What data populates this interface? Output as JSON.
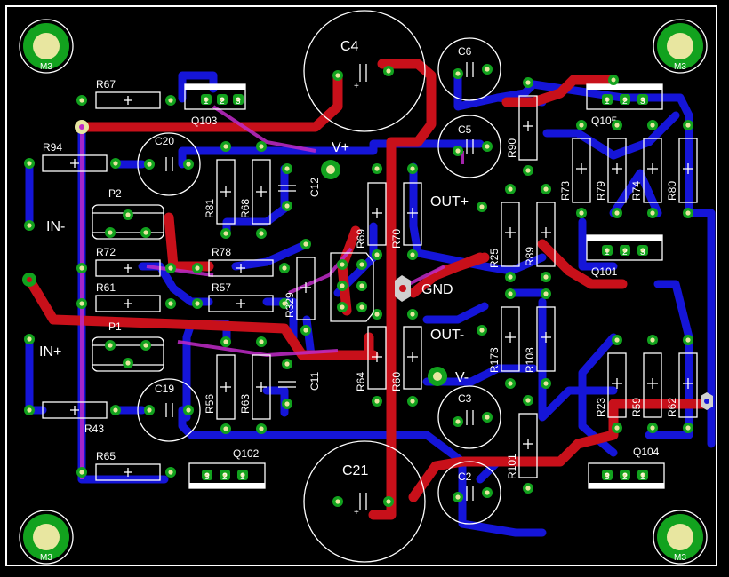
{
  "board": {
    "background": "#000000",
    "frame_color": "#ffffff",
    "silk_color": "#ffffff",
    "bottom_trace_color": "#1515d8",
    "top_trace_color": "#c8101a",
    "pad_color": "#12a21e",
    "via_color": "#c02ac8"
  },
  "connectors": {
    "in_minus": "IN-",
    "in_plus": "IN+",
    "v_plus": "V+",
    "v_minus": "V-",
    "out_plus": "OUT+",
    "out_minus": "OUT-",
    "gnd": "GND"
  },
  "capacitors": {
    "c4": "C4",
    "c21": "C21",
    "c6": "C6",
    "c5": "C5",
    "c3": "C3",
    "c2": "C2",
    "c20": "C20",
    "c19": "C19",
    "c12": "C12",
    "c11": "C11"
  },
  "transistors": {
    "q103": "Q103",
    "q105": "Q105",
    "q101": "Q101",
    "q102": "Q102",
    "q104": "Q104",
    "pin1": "1",
    "pin2": "2",
    "pin3": "3"
  },
  "resistors": {
    "r67": "R67",
    "r94": "R94",
    "r72": "R72",
    "r61": "R61",
    "r43": "R43",
    "r65": "R65",
    "r78": "R78",
    "r57": "R57",
    "r81": "R81",
    "r68": "R68",
    "r56": "R56",
    "r63": "R63",
    "r329": "R329",
    "r69": "R69",
    "r70": "R70",
    "r64": "R64",
    "r60": "R60",
    "r90": "R90",
    "r25": "R25",
    "r89": "R89",
    "r173": "R173",
    "r108": "R108",
    "r101": "R101",
    "r73": "R73",
    "r79": "R79",
    "r74": "R74",
    "r80": "R80",
    "r23": "R23",
    "r59": "R59",
    "r62": "R62"
  },
  "trimmers": {
    "p1": "P1",
    "p2": "P2"
  },
  "mounting_holes": {
    "label": "M3"
  }
}
